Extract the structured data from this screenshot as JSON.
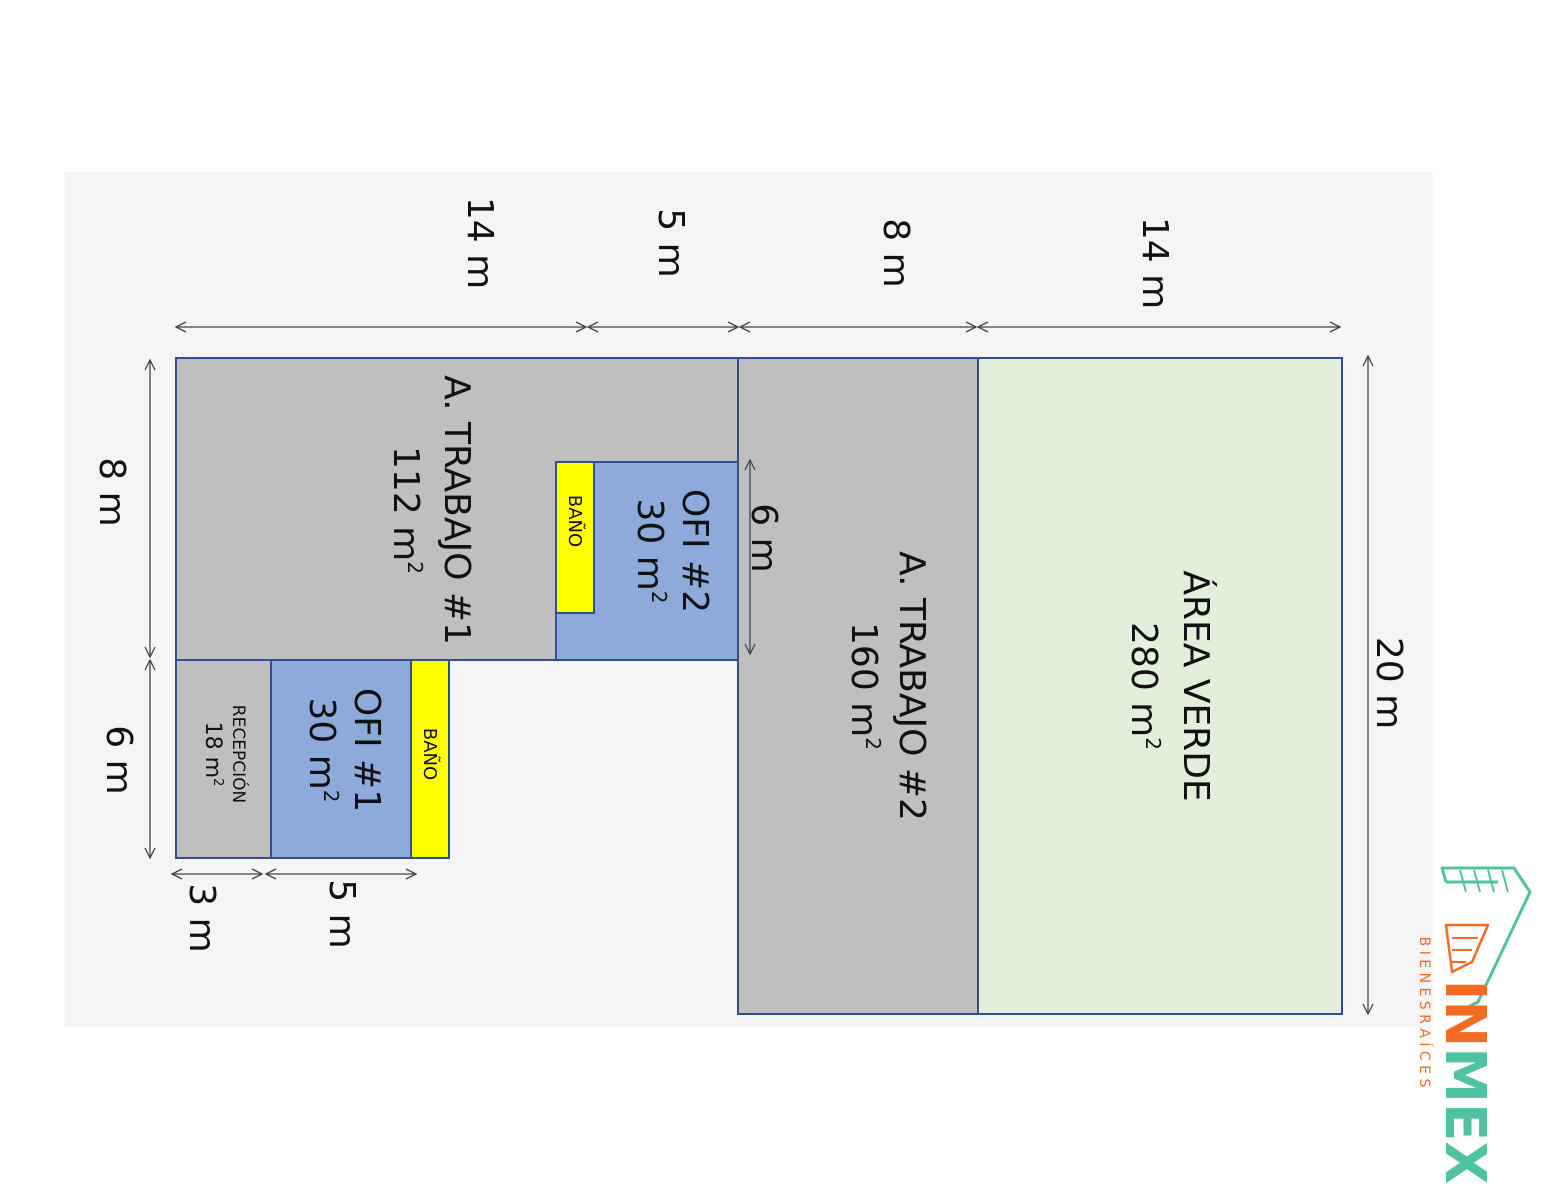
{
  "colors": {
    "panel_bg": "#f5f5f5",
    "work_area": "#bfbfbf",
    "office": "#8eaadb",
    "bath": "#ffff00",
    "green_area": "#e2efda",
    "outline": "#2f4f8f",
    "brand_orange": "#f26b21",
    "brand_teal": "#4fc3a1"
  },
  "rooms": {
    "area_verde": {
      "name": "ÁREA VERDE",
      "area": "280 m",
      "sup": "2"
    },
    "trabajo2": {
      "name": "A. TRABAJO #2",
      "area": "160 m",
      "sup": "2"
    },
    "trabajo1": {
      "name": "A. TRABAJO #1",
      "area": "112 m",
      "sup": "2"
    },
    "ofi2": {
      "name": "OFI #2",
      "area": "30 m",
      "sup": "2"
    },
    "ofi1": {
      "name": "OFI #1",
      "area": "30 m",
      "sup": "2"
    },
    "recepcion": {
      "name": "RECEPCIÓN",
      "area": "18 m",
      "sup": "2"
    },
    "bano1": {
      "name": "BAÑO"
    },
    "bano2": {
      "name": "BAÑO"
    }
  },
  "dimensions": {
    "top_14a": "14 m",
    "top_5": "5 m",
    "top_8": "8 m",
    "top_14b": "14 m",
    "left_8": "8 m",
    "left_6": "6 m",
    "right_20": "20 m",
    "inner_6": "6 m",
    "bottom_3": "3 m",
    "bottom_5": "5 m"
  },
  "brand": {
    "name": "INMEX",
    "tagline": "B I E N E S   R A Í C E S"
  }
}
